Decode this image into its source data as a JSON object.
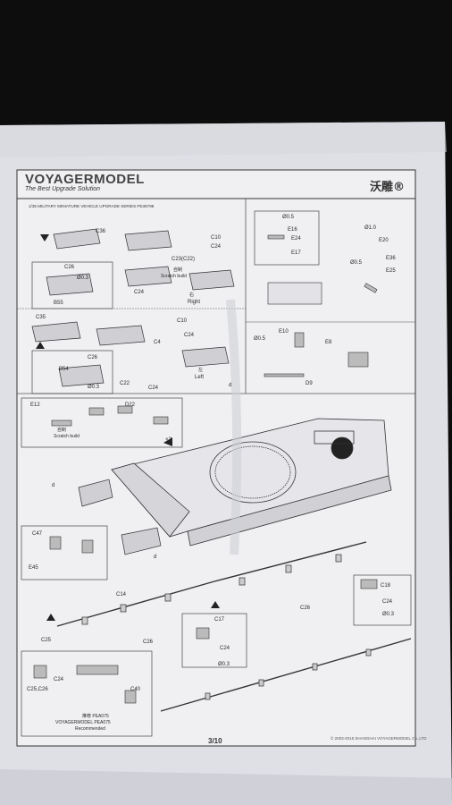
{
  "header": {
    "brand": "VOYAGERMODEL",
    "tagline": "The Best Upgrade Solution",
    "chinese_logo": "沃雕®",
    "subtitle": "1/35 MILITARY MINIATURE VEHICLE UPGRADE SERIES PE35798"
  },
  "labels": {
    "c36": "C36",
    "c10_a": "C10",
    "c24_a": "C24",
    "c26_a": "C26",
    "c23c22": "C23(C22)",
    "phi03_a": "Ø0.3",
    "b55": "B55",
    "scratch_a": "自制",
    "scratch_b": "Scratch build",
    "c24_b": "C24",
    "right": "Right",
    "right_cn": "右",
    "c35": "C35",
    "c10_b": "C10",
    "c4": "C4",
    "c24_c": "C24",
    "c26_b": "C26",
    "b54": "B54",
    "phi03_b": "Ø0.3",
    "c22": "C22",
    "c24_d": "C24",
    "left": "Left",
    "left_cn": "左",
    "d_a": "d",
    "phi05_a": "Ø0.5",
    "e16": "E16",
    "e24": "E24",
    "e17": "E17",
    "phi10": "Ø1.0",
    "e20": "E20",
    "phi05_b": "Ø0.5",
    "e36": "E36",
    "e25": "E25",
    "e10": "E10",
    "phi05_c": "Ø0.5",
    "e8": "E8",
    "d9": "D9",
    "e12": "E12",
    "d22": "D22",
    "x2": "×2",
    "scratch_c": "自制",
    "scratch_d": "Scratch build",
    "d_b": "d",
    "d_c": "d",
    "c47": "C47",
    "e45": "E45",
    "c14": "C14",
    "c25_a": "C25",
    "c26_c": "C26",
    "c26_d": "C26",
    "c17": "C17",
    "c24_e": "C24",
    "phi03_c": "Ø0.3",
    "c18": "C18",
    "c24_f": "C24",
    "phi03_d": "Ø0.3",
    "c24_g": "C24",
    "c25c26": "C25,C26",
    "c40": "C40",
    "pe_cn": "推荐 PEA075",
    "pe_model": "VOYAGERMODEL PEA075",
    "recommended": "Recommended"
  },
  "footer": {
    "copyright": "© 2003-2018 SHANGHAI VOYAGERMODEL Co.,LTD",
    "page": "3/10"
  }
}
